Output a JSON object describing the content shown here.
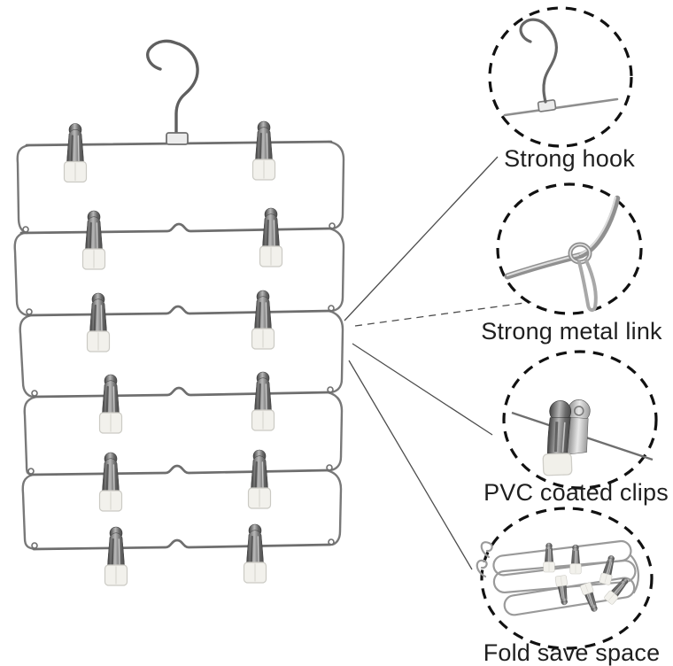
{
  "image": {
    "kind": "product-feature-infographic",
    "background": "#ffffff"
  },
  "product": {
    "name": "folding multi-tier clip hanger",
    "tiers_visible": 6,
    "clips_per_tier": 2
  },
  "callouts": [
    {
      "id": "strong-hook",
      "label": "Strong hook",
      "icon": "hook-detail-icon"
    },
    {
      "id": "strong-metal-link",
      "label": "Strong metal link",
      "icon": "metal-link-detail-icon"
    },
    {
      "id": "pvc-coated-clips",
      "label": "PVC coated clips",
      "icon": "clip-detail-icon"
    },
    {
      "id": "fold-save-space",
      "label": "Fold save space",
      "icon": "folded-hanger-detail-icon"
    }
  ],
  "colors": {
    "text": "#1f1f1f",
    "wire": "#6e6e6e",
    "clip_tip": "#f2f1ec",
    "circle_stroke": "#111111",
    "callout_line": "#4d4d4d"
  }
}
